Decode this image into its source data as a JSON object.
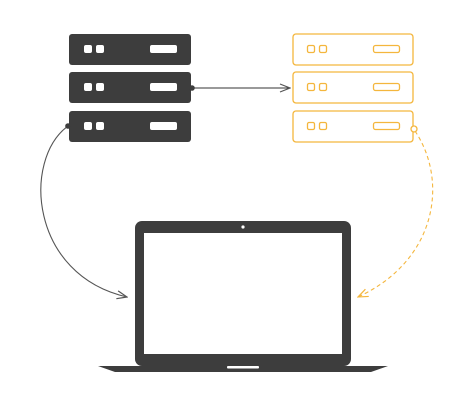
{
  "diagram": {
    "nodes": [
      {
        "id": "primary-server-stack",
        "icon": "server-rack-icon",
        "units": 3,
        "style": "filled"
      },
      {
        "id": "secondary-server-stack",
        "icon": "server-rack-icon",
        "units": 3,
        "style": "outline"
      },
      {
        "id": "laptop",
        "icon": "laptop-icon"
      }
    ],
    "edges": [
      {
        "from": "primary-server-stack",
        "to": "secondary-server-stack",
        "style": "solid"
      },
      {
        "from": "primary-server-stack",
        "to": "laptop",
        "style": "solid"
      },
      {
        "from": "secondary-server-stack",
        "to": "laptop",
        "style": "dashed"
      }
    ]
  },
  "colors": {
    "primary": "#3d3d3d",
    "secondary": "#f4b63d",
    "arrow_dark": "#555555",
    "screen": "#ffffff",
    "background": "#ffffff"
  }
}
